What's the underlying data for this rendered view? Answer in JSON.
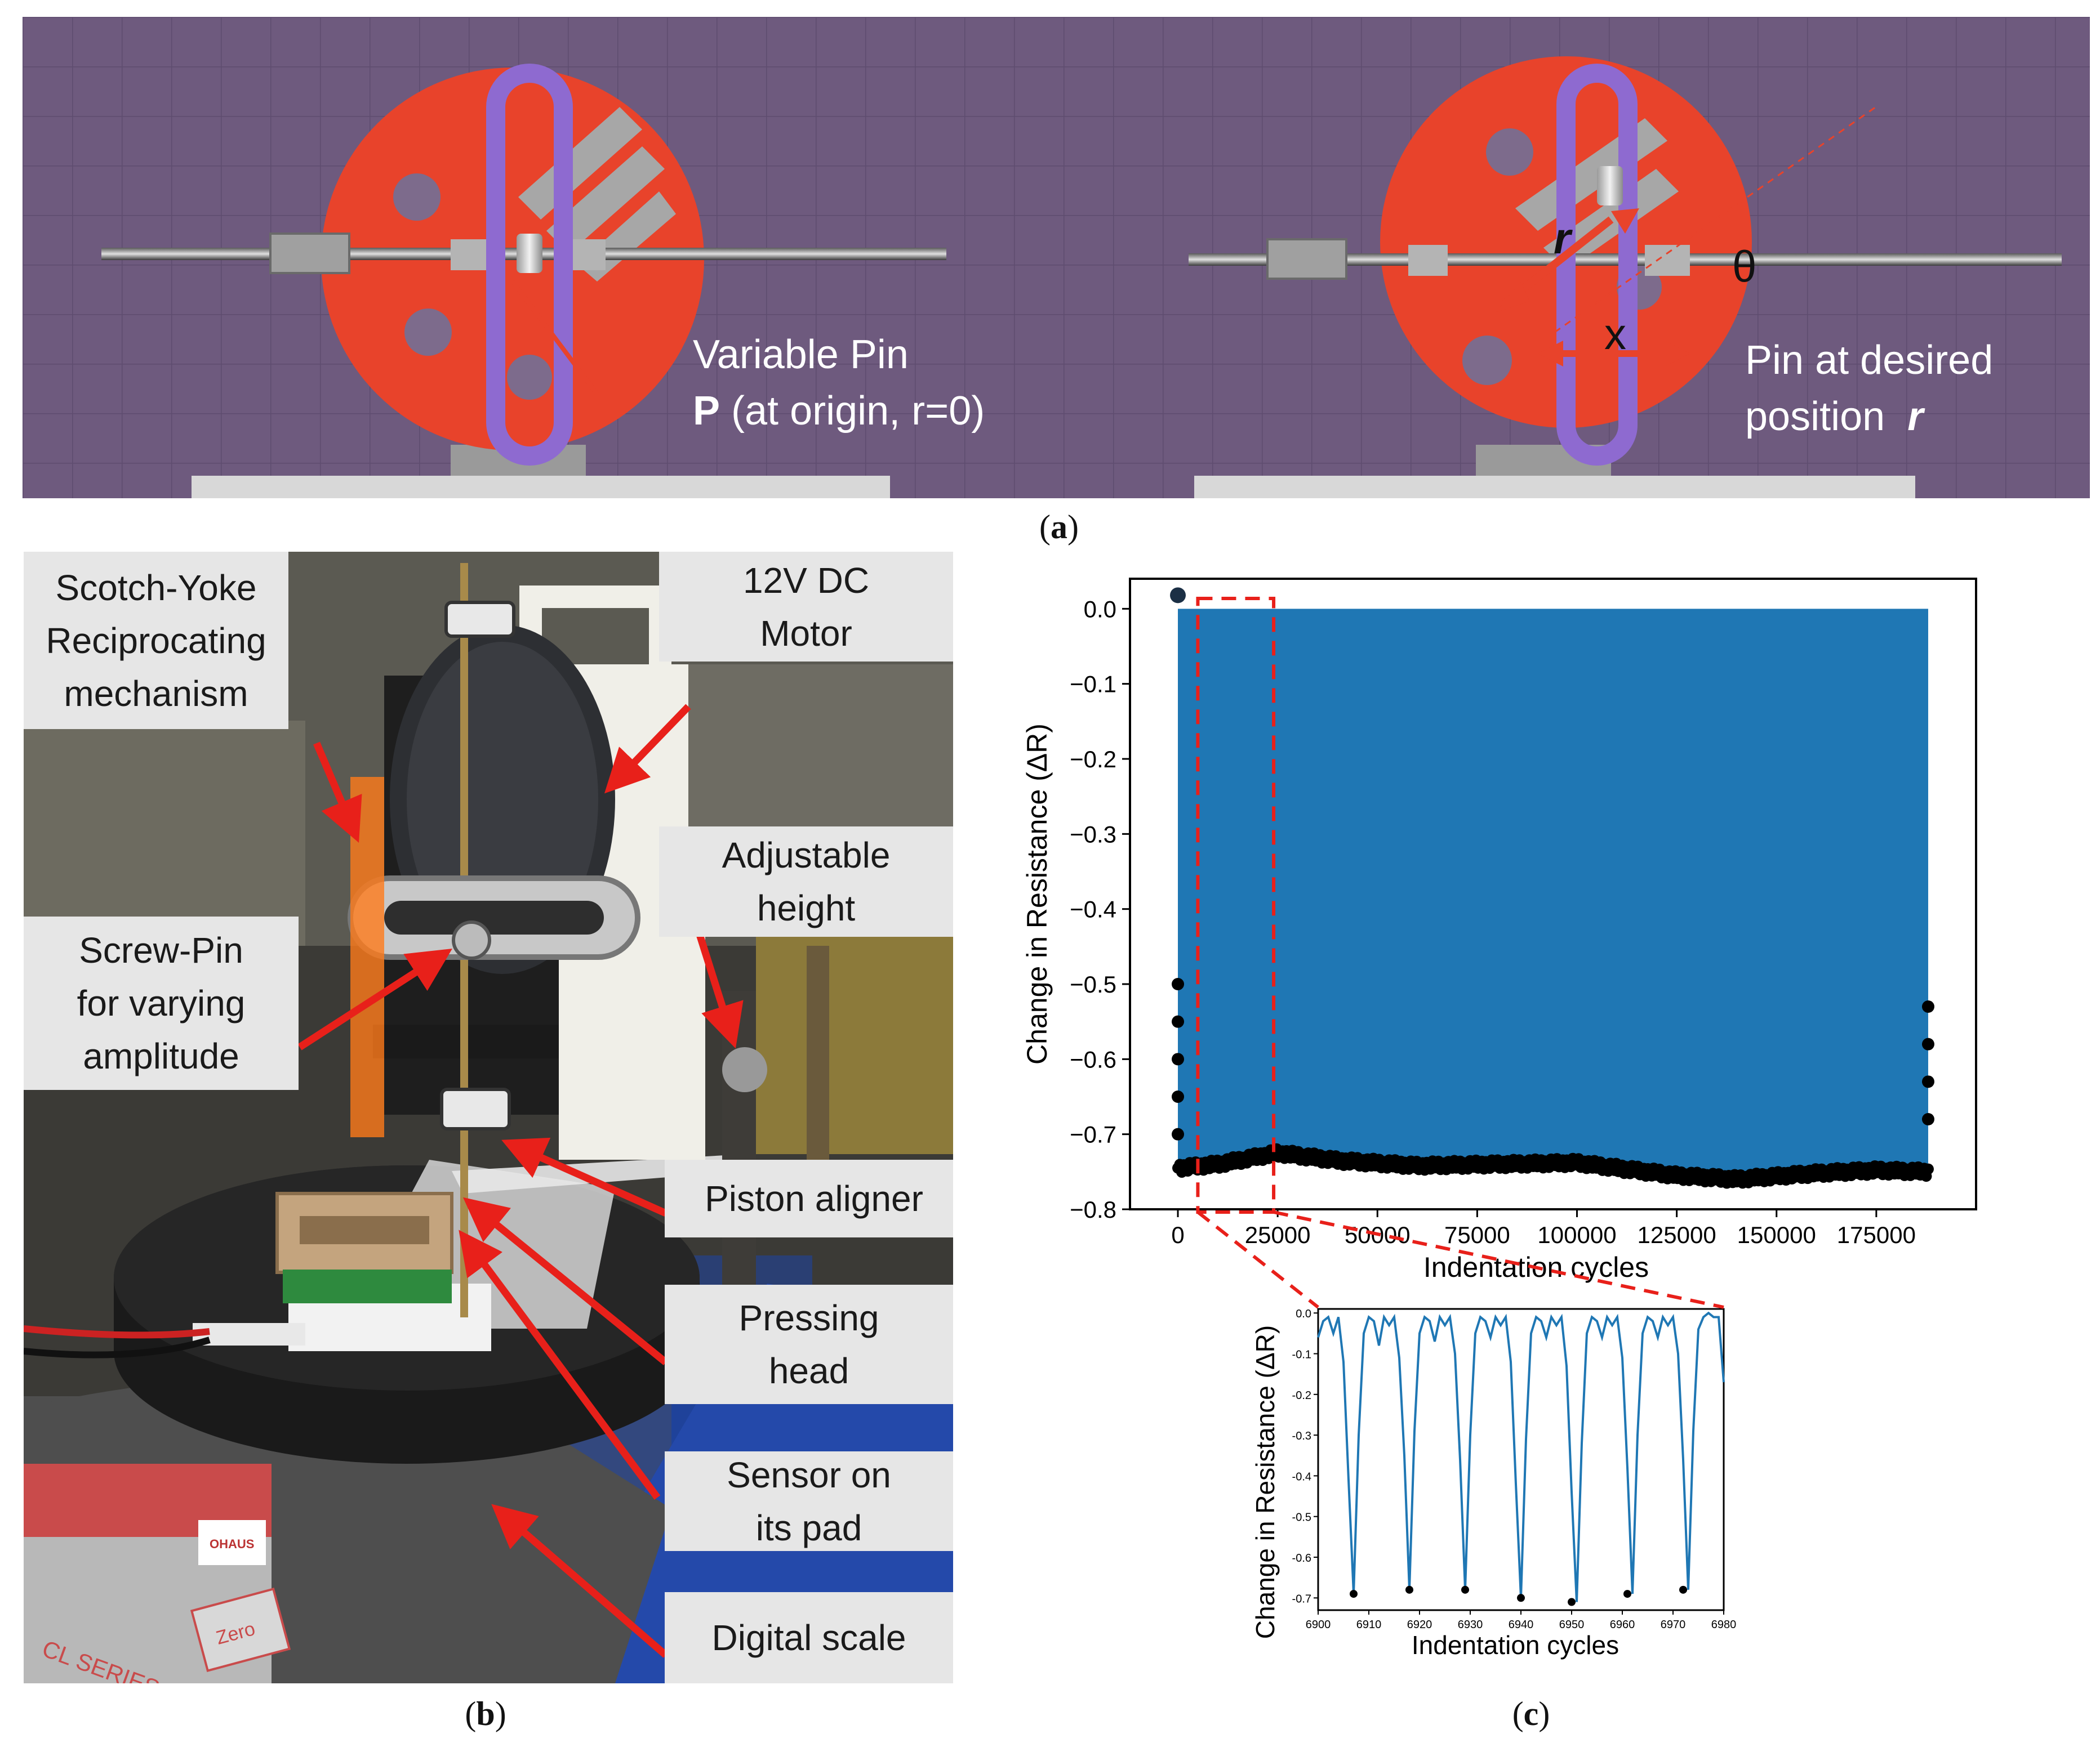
{
  "panel_a": {
    "letter": "a",
    "left_label_line1": "Variable Pin",
    "left_label_bold": "P",
    "left_label_rest": " (at origin, r=0)",
    "right_label_line1": "Pin at desired",
    "right_label_line2": "position",
    "right_label_var": "r",
    "sym_r": "r",
    "sym_theta": "θ",
    "sym_x": "x",
    "colors": {
      "background": "#6e5a7e",
      "disk": "#e8432b",
      "yoke": "#8e6ad0",
      "rod": "#2a2a2a"
    }
  },
  "panel_b": {
    "letter": "b",
    "callouts": [
      {
        "lines": [
          "Scotch-Yoke",
          "Reciprocating",
          "mechanism"
        ]
      },
      {
        "lines": [
          "12V DC",
          "Motor"
        ]
      },
      {
        "lines": [
          "Adjustable",
          "height"
        ]
      },
      {
        "lines": [
          "Screw-Pin",
          "for varying",
          "amplitude"
        ]
      },
      {
        "lines": [
          "Piston aligner"
        ]
      },
      {
        "lines": [
          "Pressing",
          "head"
        ]
      },
      {
        "lines": [
          "Sensor on",
          "its pad"
        ]
      },
      {
        "lines": [
          "Digital scale"
        ]
      }
    ],
    "scale_brand": "OHAUS",
    "scale_series": "CL SERIES",
    "scale_button": "Zero"
  },
  "panel_c": {
    "letter": "c"
  },
  "chart_data": [
    {
      "type": "line",
      "xlabel": "Indentation cycles",
      "ylabel": "Change in Resistance (ΔR)",
      "xlim": [
        -12000,
        200000
      ],
      "ylim": [
        -0.8,
        0.04
      ],
      "xticks": [
        0,
        25000,
        50000,
        75000,
        100000,
        125000,
        150000,
        175000
      ],
      "xtick_labels": [
        "0",
        "25000",
        "50000",
        "75000",
        "100000",
        "125000",
        "150000",
        "175000"
      ],
      "yticks": [
        0.0,
        -0.1,
        -0.2,
        -0.3,
        -0.4,
        -0.5,
        -0.6,
        -0.7,
        -0.8
      ],
      "ytick_labels": [
        "0.0",
        "−0.1",
        "−0.2",
        "−0.3",
        "−0.4",
        "−0.5",
        "−0.6",
        "−0.7",
        "−0.8"
      ],
      "series_color": "#1f77b4",
      "marker_color": "#000000",
      "x_range_data": [
        0,
        188000
      ],
      "upper_envelope": 0.0,
      "peak_envelope": [
        [
          0,
          -0.745
        ],
        [
          10000,
          -0.74
        ],
        [
          25000,
          -0.725
        ],
        [
          40000,
          -0.735
        ],
        [
          60000,
          -0.742
        ],
        [
          80000,
          -0.74
        ],
        [
          100000,
          -0.738
        ],
        [
          110000,
          -0.745
        ],
        [
          125000,
          -0.755
        ],
        [
          140000,
          -0.76
        ],
        [
          160000,
          -0.752
        ],
        [
          175000,
          -0.748
        ],
        [
          188000,
          -0.75
        ]
      ],
      "zoom_window_x": [
        5000,
        24000
      ]
    },
    {
      "type": "line",
      "xlabel": "Indentation cycles",
      "ylabel": "Change in Resistance (ΔR)",
      "xlim": [
        6900,
        6980
      ],
      "ylim": [
        -0.73,
        0.01
      ],
      "xticks": [
        6900,
        6910,
        6920,
        6930,
        6940,
        6950,
        6960,
        6970,
        6980
      ],
      "xtick_labels": [
        "6900",
        "6910",
        "6920",
        "6930",
        "6940",
        "6950",
        "6960",
        "6970",
        "6980"
      ],
      "yticks": [
        0.0,
        -0.1,
        -0.2,
        -0.3,
        -0.4,
        -0.5,
        -0.6,
        -0.7
      ],
      "ytick_labels": [
        "0.0",
        "-0.1",
        "-0.2",
        "-0.3",
        "-0.4",
        "-0.5",
        "-0.6",
        "-0.7"
      ],
      "series_color": "#1f77b4",
      "marker_color": "#000000",
      "x": [
        6900,
        6901,
        6902,
        6903,
        6904,
        6905,
        6906,
        6907,
        6908,
        6909,
        6910,
        6911,
        6912,
        6913,
        6914,
        6915,
        6916,
        6917,
        6918,
        6919,
        6920,
        6921,
        6922,
        6923,
        6924,
        6925,
        6926,
        6927,
        6928,
        6929,
        6930,
        6931,
        6932,
        6933,
        6934,
        6935,
        6936,
        6937,
        6938,
        6939,
        6940,
        6941,
        6942,
        6943,
        6944,
        6945,
        6946,
        6947,
        6948,
        6949,
        6950,
        6951,
        6952,
        6953,
        6954,
        6955,
        6956,
        6957,
        6958,
        6959,
        6960,
        6961,
        6962,
        6963,
        6964,
        6965,
        6966,
        6967,
        6968,
        6969,
        6970,
        6971,
        6972,
        6973,
        6974,
        6975,
        6976,
        6977,
        6978,
        6979,
        6980
      ],
      "y": [
        -0.06,
        -0.02,
        -0.01,
        -0.05,
        -0.01,
        -0.12,
        -0.41,
        -0.69,
        -0.3,
        -0.05,
        -0.01,
        -0.02,
        -0.08,
        -0.01,
        -0.03,
        -0.01,
        -0.11,
        -0.35,
        -0.68,
        -0.29,
        -0.05,
        -0.01,
        -0.02,
        -0.07,
        -0.01,
        -0.03,
        -0.01,
        -0.1,
        -0.36,
        -0.68,
        -0.3,
        -0.05,
        -0.01,
        -0.02,
        -0.06,
        -0.01,
        -0.03,
        -0.01,
        -0.12,
        -0.42,
        -0.7,
        -0.31,
        -0.05,
        -0.01,
        -0.02,
        -0.06,
        -0.01,
        -0.03,
        -0.01,
        -0.13,
        -0.44,
        -0.71,
        -0.32,
        -0.05,
        -0.01,
        -0.02,
        -0.06,
        -0.01,
        -0.03,
        -0.01,
        -0.11,
        -0.38,
        -0.69,
        -0.3,
        -0.05,
        -0.01,
        -0.02,
        -0.06,
        -0.01,
        -0.03,
        -0.01,
        -0.1,
        -0.36,
        -0.68,
        -0.29,
        -0.04,
        -0.01,
        0.0,
        -0.01,
        -0.01,
        -0.17
      ],
      "peaks_x": [
        6907,
        6918,
        6929,
        6940,
        6950,
        6961,
        6972
      ],
      "peaks_y": [
        -0.69,
        -0.68,
        -0.68,
        -0.7,
        -0.71,
        -0.69,
        -0.68
      ]
    }
  ]
}
